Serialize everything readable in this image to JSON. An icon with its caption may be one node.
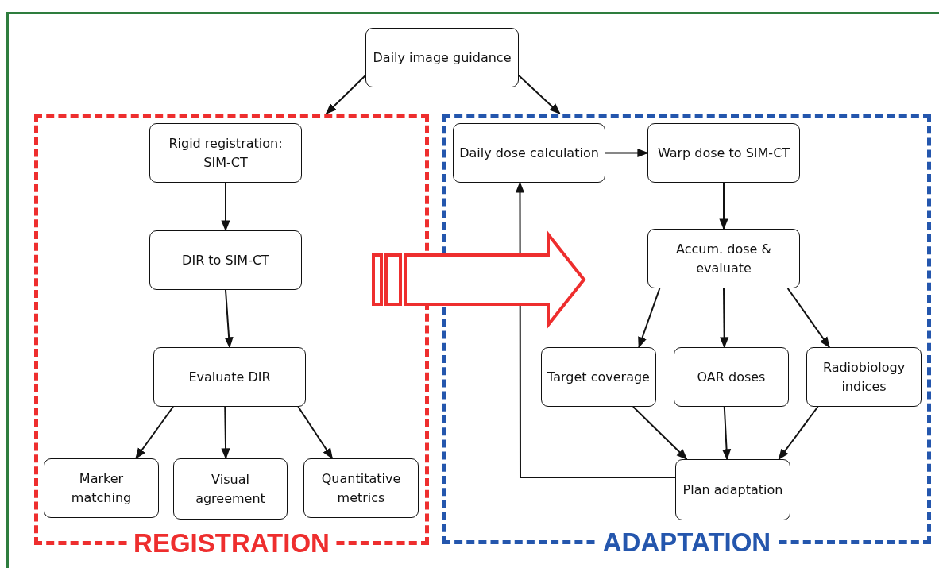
{
  "diagram": {
    "nodes": [
      {
        "text": [
          "Daily image guidance"
        ]
      },
      {
        "text": [
          "REGISTRATION"
        ]
      },
      {
        "text": [
          "Rigid registration: SIM-CT"
        ],
        "in": 1
      },
      {
        "text": [
          "DIR to SIM-CT"
        ],
        "in": 1
      },
      {
        "text": [
          "Evaluate DIR"
        ],
        "in": 1
      },
      {
        "text": [
          "Marker matching"
        ],
        "in": 1
      },
      {
        "text": [
          "Visual agreement"
        ],
        "in": 1
      },
      {
        "text": [
          "Quantitative metrics"
        ],
        "in": 1
      },
      {
        "text": [
          "ADAPTATION"
        ]
      },
      {
        "text": [
          "Daily dose calculation"
        ],
        "in": 8
      },
      {
        "text": [
          "Warp dose to SIM-CT"
        ],
        "in": 8
      },
      {
        "text": [
          "Accum. dose & evaluate"
        ],
        "in": 8
      },
      {
        "text": [
          "Target coverage"
        ],
        "in": 8
      },
      {
        "text": [
          "OAR doses"
        ],
        "in": 8
      },
      {
        "text": [
          "Radiobiology indices"
        ],
        "in": 8
      },
      {
        "text": [
          "Plan adaptation"
        ],
        "in": 8
      }
    ],
    "edges": [
      {
        "from": 0,
        "to": 1,
        "arrow": "to"
      },
      {
        "from": 0,
        "to": 8,
        "arrow": "to"
      },
      {
        "from": 2,
        "to": 3,
        "arrow": "to"
      },
      {
        "from": 3,
        "to": 4,
        "arrow": "to"
      },
      {
        "from": 4,
        "to": 5,
        "arrow": "to"
      },
      {
        "from": 4,
        "to": 6,
        "arrow": "to"
      },
      {
        "from": 4,
        "to": 7,
        "arrow": "to"
      },
      {
        "from": 9,
        "to": 10,
        "arrow": "to"
      },
      {
        "from": 10,
        "to": 11,
        "arrow": "to"
      },
      {
        "from": 11,
        "to": 12,
        "arrow": "to"
      },
      {
        "from": 11,
        "to": 13,
        "arrow": "to"
      },
      {
        "from": 11,
        "to": 14,
        "arrow": "to"
      },
      {
        "from": 12,
        "to": 15,
        "arrow": "to"
      },
      {
        "from": 13,
        "to": 15,
        "arrow": "to"
      },
      {
        "from": 14,
        "to": 15,
        "arrow": "to"
      },
      {
        "from": 15,
        "to": 9,
        "arrow": "to"
      },
      {
        "from": 1,
        "to": 8,
        "arrow": "to",
        "style": "thick",
        "color": "#ee2e2e"
      }
    ]
  }
}
